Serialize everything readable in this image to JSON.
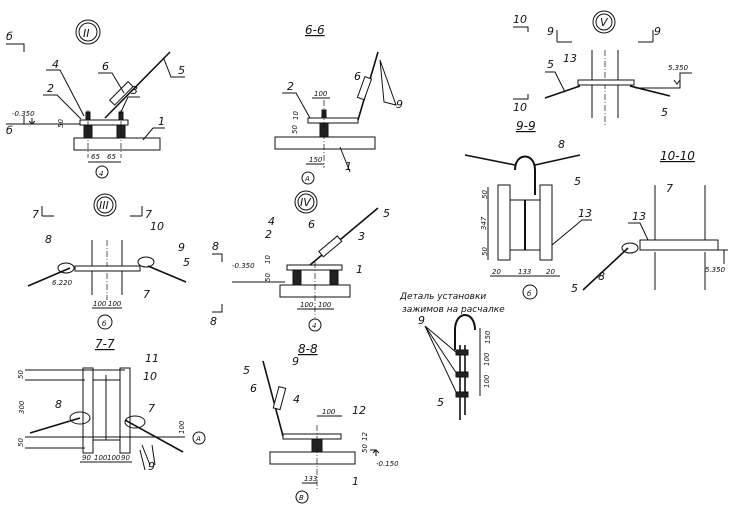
{
  "view_ii": {
    "marker": "II",
    "cut_top": "б",
    "cut_bottom": "б",
    "labels": [
      "4",
      "2",
      "6",
      "5",
      "3",
      "1"
    ],
    "level": "-0.350",
    "dim_h": "50",
    "dim_a": "65",
    "dim_b": "65",
    "axis": "4"
  },
  "sec_66": {
    "title": "6-6",
    "labels": [
      "2",
      "6",
      "9",
      "1"
    ],
    "dim_100": "100",
    "dim_10": "10",
    "dim_50": "50",
    "dim_150": "150",
    "axis": "A"
  },
  "view_v": {
    "marker": "V",
    "cut_10a": "10",
    "cut_10b": "10",
    "cut_9a": "9",
    "cut_9b": "9",
    "labels": [
      "13",
      "5",
      "5"
    ],
    "level": "5.350"
  },
  "sec_99": {
    "title": "9-9",
    "labels": [
      "8",
      "5",
      "13"
    ],
    "dim_v": [
      "50",
      "347",
      "50"
    ],
    "dim_h": [
      "20",
      "133",
      "20"
    ],
    "axis": "б"
  },
  "sec_1010": {
    "title": "10-10",
    "labels": [
      "7",
      "13",
      "5",
      "8"
    ],
    "level": "5.350"
  },
  "view_iii": {
    "marker": "III",
    "cut_a": "7",
    "cut_b": "7",
    "labels": [
      "8",
      "10",
      "9",
      "5",
      "7"
    ],
    "level": "6.220",
    "dim_a": "100",
    "dim_b": "100",
    "axis": "б"
  },
  "view_iv": {
    "marker": "IV",
    "cut_a": "8",
    "cut_b": "8",
    "labels": [
      "4",
      "6",
      "3",
      "2",
      "5",
      "1"
    ],
    "level": "-0.350",
    "dim_10": "10",
    "dim_50": "50",
    "dim_a": "100",
    "dim_b": "100",
    "axis": "4"
  },
  "sec_77": {
    "title": "7-7",
    "labels": [
      "11",
      "10",
      "8",
      "7",
      "9"
    ],
    "dim_v": [
      "50",
      "300",
      "50"
    ],
    "dim_h": [
      "90",
      "100",
      "100",
      "90"
    ],
    "dim_100": "100",
    "axis": "A"
  },
  "sec_88": {
    "title": "8-8",
    "labels": [
      "5",
      "9",
      "6",
      "4",
      "12",
      "1"
    ],
    "dim_100": "100",
    "dim_12": "12",
    "dim_50": "50",
    "level": "-0.150",
    "dim_133": "133",
    "axis": "B"
  },
  "detail": {
    "title_line1": "Деталь установки",
    "title_line2": "зажимов на расчалке",
    "labels": [
      "9",
      "5"
    ],
    "dims": [
      "150",
      "100",
      "100"
    ]
  }
}
